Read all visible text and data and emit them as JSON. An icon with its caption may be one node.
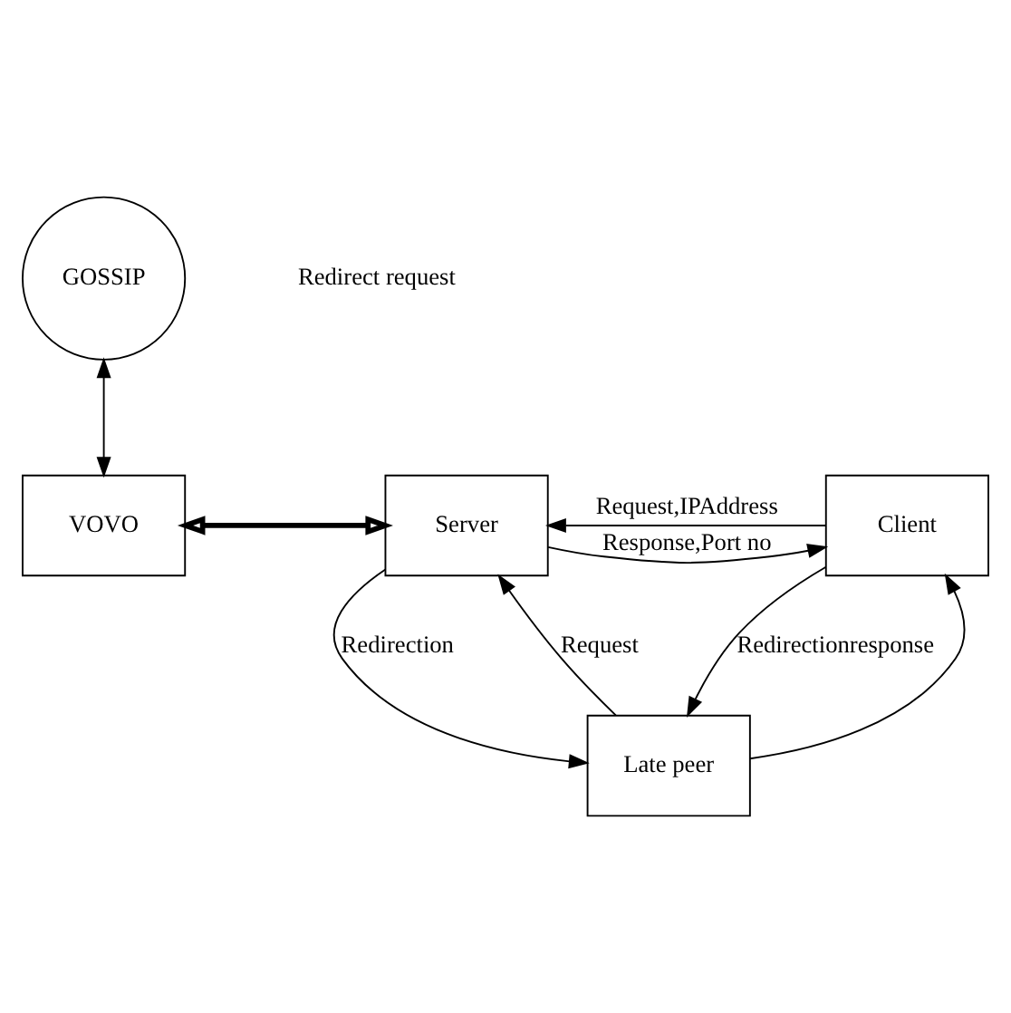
{
  "diagram": {
    "nodes": [
      {
        "text": [
          "GOSSIP"
        ]
      },
      {
        "text": [
          "VOVO"
        ]
      },
      {
        "text": [
          "Server"
        ]
      },
      {
        "text": [
          "Client"
        ]
      },
      {
        "text": [
          "Late peer"
        ]
      }
    ],
    "edges": [
      {
        "from": 0,
        "to": 1,
        "arrow": "both"
      },
      {
        "from": 1,
        "to": 2,
        "arrow": "both",
        "style": "thick"
      },
      {
        "from": 3,
        "to": 2,
        "arrow": "to",
        "label": "Request,IPAddress"
      },
      {
        "from": 2,
        "to": 3,
        "arrow": "to",
        "label": "Response,Port no"
      },
      {
        "from": 2,
        "to": 4,
        "arrow": "to",
        "label": "Redirection"
      },
      {
        "from": 4,
        "to": 2,
        "arrow": "to",
        "label": "Request"
      },
      {
        "from": 4,
        "to": 3,
        "arrow": "to"
      },
      {
        "from": 3,
        "to": 4,
        "arrow": "to",
        "label": "Redirectionresponse"
      }
    ],
    "labels": [
      "Redirect request"
    ]
  }
}
